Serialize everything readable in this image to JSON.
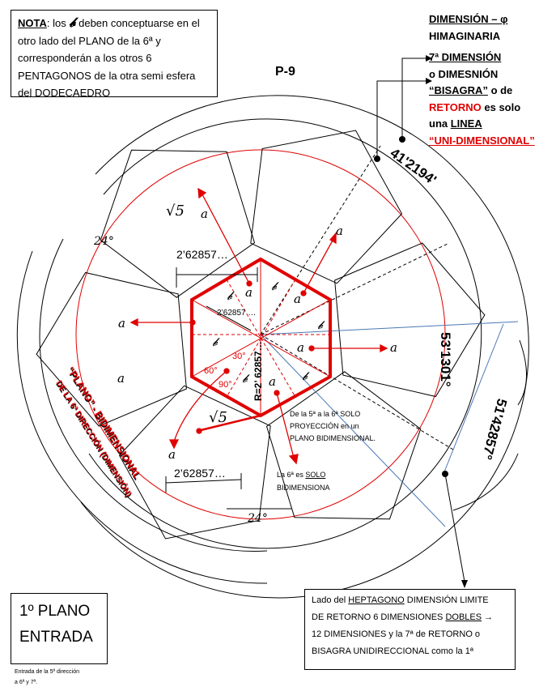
{
  "note": {
    "label": "NOTA",
    "text1": ": los ",
    "b_symbol": "𝓫",
    "text2": " deben conceptuarse en el",
    "line2": "otro lado del PLANO de la  6ª y",
    "line3": "corresponderán a los otros  6",
    "line4": "PENTAGONOS de la otra semi esfera",
    "line5": "del DODECAEDRO"
  },
  "page_label": "P-9",
  "right_notes": {
    "dim_phi": "DIMENSIÓN – φ",
    "himaginaria": "HIMAGINARIA",
    "seventh": "7ª DIMENSIÓN",
    "o_dim": "o  DIMESNIÓN",
    "bisagra": "“BISAGRA”",
    "o_de": " o de",
    "retorno": "RETORNO",
    "es_solo": " es solo",
    "una": "una ",
    "linea": "LINEA",
    "unidim": "“UNI-DIMENSIONAL”"
  },
  "measures": {
    "m1": "41'2194'",
    "m2": "53'1301°",
    "m3": "51'42857°",
    "angle_top": "24°",
    "angle_bottom": "24°",
    "side_top": "2’62857…",
    "side_bottom": "2’62857…",
    "inner_side": "2’62857 …",
    "radius": "R=2’ 62857…",
    "sqrt5": "√5",
    "a30": "30°",
    "a60": "60°",
    "a90": "90°"
  },
  "symbols": {
    "a": "a",
    "b": "𝓫"
  },
  "arc_text": {
    "line1": "“PLANO” - BIDIMENSIONAL",
    "line2": "DE LA  6ª DIRECCIÓN (DIMENSIÓN)"
  },
  "center_notes": {
    "proj1": "De la  5ª a la 6ª SOLO",
    "proj2": "PROYECCIÓN en un",
    "proj3": "PLANO BIDIMENSIONAL.",
    "solo1a": "La 6ª es ",
    "solo1b": "SOLO",
    "solo2": "BIDIMENSIONA"
  },
  "plano": {
    "line1": "1º PLANO",
    "line2": "ENTRADA",
    "caption1": "Entrada de la 5ª dirección",
    "caption2": "a 6ª y 7ª."
  },
  "heptagon": {
    "l1a": "Lado del ",
    "l1b": "HEPTAGONO",
    "l1c": " DIMENSIÓN LIMITE",
    "l2a": "DE RETORNO  6  DIMENSIONES ",
    "l2b": "DOBLES",
    "l2c": " →",
    "l3": "12 DIMENSIONES y la 7ª de RETORNO o",
    "l4": "BISAGRA UNIDIRECCIONAL como la 1ª"
  },
  "colors": {
    "red": "#e00000",
    "blue": "#4a78b5"
  }
}
